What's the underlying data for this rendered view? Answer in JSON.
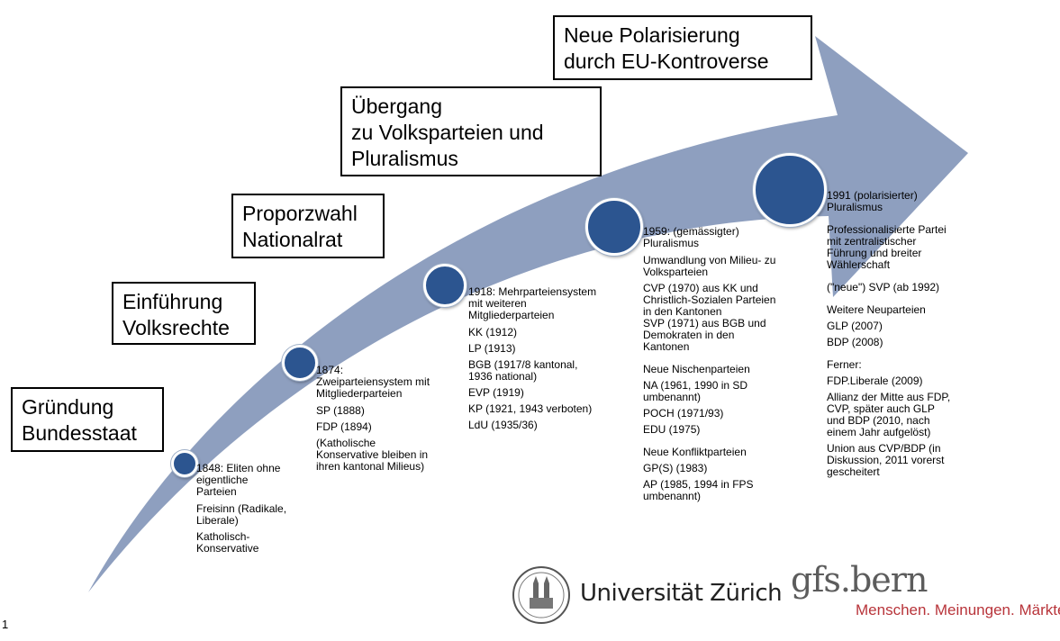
{
  "phases": [
    {
      "label": "Gründung\nBundesstaat"
    },
    {
      "label": "Einführung\nVolksrechte"
    },
    {
      "label": "Proporzwahl\nNationalrat"
    },
    {
      "label": "Übergang\nzu Volksparteien und\nPluralismus"
    },
    {
      "label": "Neue Polarisierung\ndurch EU-Kontroverse"
    }
  ],
  "milestones": [
    {
      "items": [
        "1848: Eliten ohne\neigentliche\nParteien",
        "Freisinn (Radikale,\nLiberale)",
        "Katholisch-\nKonservative"
      ]
    },
    {
      "items": [
        "1874:\nZweiparteiensystem mit\nMitgliederparteien",
        "SP (1888)",
        "FDP (1894)",
        "(Katholische\nKonservative bleiben in\nihren kantonal Milieus)"
      ]
    },
    {
      "items": [
        "1918: Mehrparteiensystem\nmit weiteren\nMitgliederparteien",
        "KK (1912)",
        "LP (1913)",
        "BGB (1917/8 kantonal,\n1936 national)",
        "EVP (1919)",
        "KP (1921, 1943 verboten)",
        "LdU (1935/36)"
      ]
    },
    {
      "items": [
        "1959: (gemässigter)\nPluralismus",
        "Umwandlung von Milieu- zu\nVolksparteien",
        "CVP (1970) aus KK und\nChristlich-Sozialen Parteien\nin den Kantonen\nSVP (1971) aus BGB und\nDemokraten in den\nKantonen",
        "Neue Nischenparteien",
        "NA (1961, 1990 in SD\numbenannt)",
        "POCH (1971/93)",
        "EDU (1975)",
        "Neue Konfliktparteien",
        "GP(S) (1983)",
        "AP (1985, 1994 in FPS\numbenannt)"
      ]
    },
    {
      "items": [
        "1991 (polarisierter)\nPluralismus",
        "Professionalisierte Partei\nmit zentralistischer\nFührung und breiter\nWählerschaft",
        "(\"neue\") SVP (ab 1992)",
        "Weitere Neuparteien",
        "GLP (2007)",
        "BDP (2008)",
        "Ferner:",
        "FDP.Liberale (2009)",
        "Allianz der Mitte aus FDP,\nCVP, später auch GLP\nund BDP (2010, nach\neinem Jahr aufgelöst)",
        "Union aus CVP/BDP (in\nDiskussion, 2011 vorerst\ngescheitert"
      ]
    }
  ],
  "logos": {
    "uzh": "Universität Zürich",
    "gfs_main": "gfs.bern",
    "gfs_tagline": "Menschen. Meinungen. Märkte."
  },
  "page_number": "1",
  "colors": {
    "arrow": "#8e9fbf",
    "dot": "#2c5590",
    "gfs_red": "#b8343a"
  }
}
